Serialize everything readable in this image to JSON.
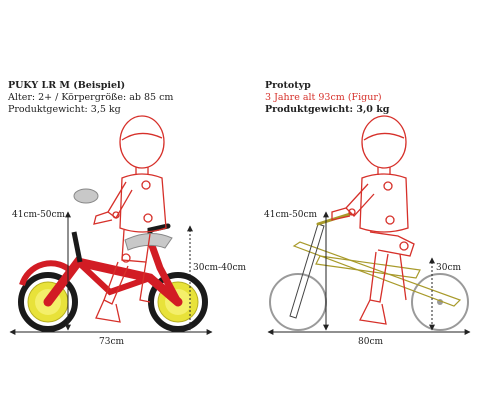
{
  "left_panel": {
    "title": "PUKY LR M (Beispiel)",
    "line1": "Alter: 2+ /  Körpergröße: ab 85 cm",
    "line2": "Produktgewicht: 3,5 kg",
    "dim_seat_height": "41cm-50cm",
    "dim_handle_height": "30cm-40cm",
    "dim_length": "73cm"
  },
  "right_panel": {
    "title": "Prototyp",
    "subtitle": "3 Jahre alt 93cm (Figur)",
    "weight": "Produktgewicht: 3,0 kg",
    "dim_seat_height": "41cm-50cm",
    "dim_handle_height": "30cm",
    "dim_length": "80cm"
  },
  "colors": {
    "figure_outline": "#d6302a",
    "bike_red": "#d21c24",
    "rim_yellow": "#e8e23a",
    "prototype_frame": "#a89a2a",
    "wheel_gray": "#9a9a9a",
    "dimension_line": "#222222"
  }
}
